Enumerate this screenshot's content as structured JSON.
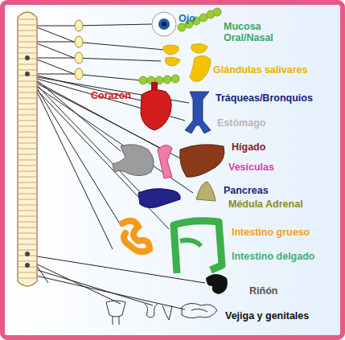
{
  "diagram": {
    "labels": [
      "Ojo",
      "Mucosa Oral/Nasal",
      "Glándulas salivares",
      "Corazón",
      "Tráqueas/Bronquios",
      "Estómago",
      "Hígado",
      "Vesículas",
      "Pancreas",
      "Médula Adrenal",
      "Intestino grueso",
      "Intestino delgado",
      "Riñón",
      "Vejiga y genitales"
    ]
  }
}
